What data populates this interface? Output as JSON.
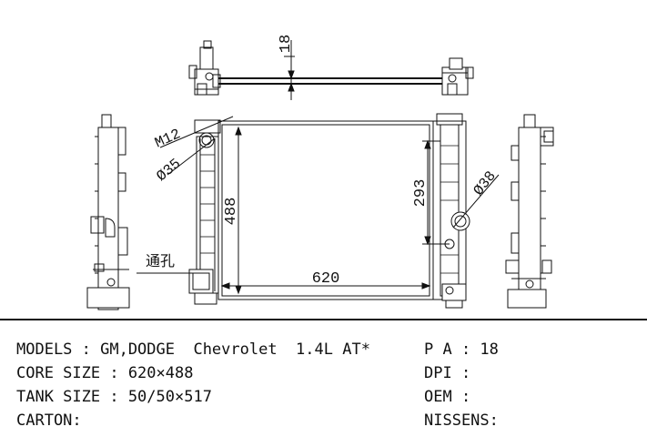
{
  "drawing": {
    "dim_depth": "18",
    "dim_width": "620",
    "dim_height": "488",
    "dim_partial_height": "293",
    "thread_label": "M12",
    "left_diameter": "Ø35",
    "right_diameter": "Ø38",
    "vent_label": "通孔"
  },
  "specs": {
    "models": "MODELS : GM,DODGE  Chevrolet  1.4L AT*",
    "core_size": "CORE SIZE : 620×488",
    "tank_size": "TANK SIZE : 50/50×517",
    "carton": "CARTON:",
    "pa": "P A : 18",
    "dpi": "DPI :",
    "oem": "OEM :",
    "nissens": "NISSENS:"
  }
}
